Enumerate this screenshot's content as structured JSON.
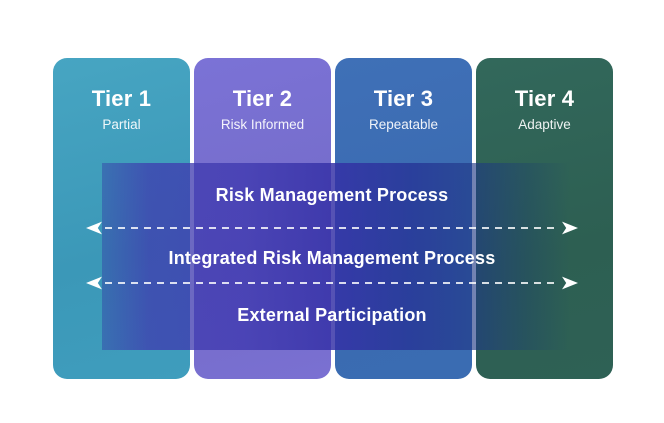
{
  "diagram": {
    "name": "framework-implementation-tiers",
    "tiers": [
      {
        "label": "Tier 1",
        "sublabel": "Partial",
        "color": "#3f9ebc"
      },
      {
        "label": "Tier 2",
        "sublabel": "Risk Informed",
        "color": "#746cc8"
      },
      {
        "label": "Tier 3",
        "sublabel": "Repeatable",
        "color": "#3a6ab0"
      },
      {
        "label": "Tier 4",
        "sublabel": "Adaptive",
        "color": "#2d5f52"
      }
    ],
    "overlay": {
      "band_color": "#3a34a4",
      "rows": [
        "Risk Management Process",
        "Integrated Risk Management Process",
        "External Participation"
      ],
      "arrow_color": "#ffffff",
      "arrow_style": "dashed-double-headed"
    }
  }
}
